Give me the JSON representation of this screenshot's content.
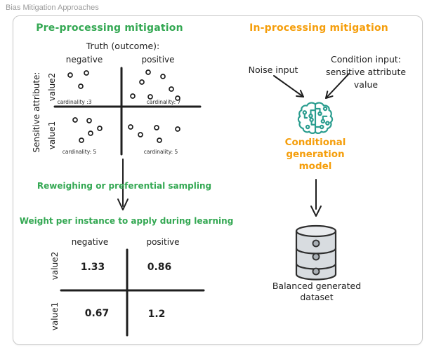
{
  "page": {
    "caption": "Bias Mitigation Approaches"
  },
  "colors": {
    "green": "#34a853",
    "orange": "#f59e0b",
    "teal": "#2a9d8f",
    "ink": "#1e1e1e"
  },
  "pre": {
    "title": "Pre-processing mitigation",
    "truth_label": "Truth (outcome):",
    "col_negative": "negative",
    "col_positive": "positive",
    "sensitive_label": "Sensitive attribute:",
    "row_value2": "value2",
    "row_value1": "value1",
    "quadrants": {
      "top_left": {
        "cardinality_label": "cardinality :3",
        "count": 3
      },
      "top_right": {
        "cardinality_label": "cardinality: 7",
        "count": 7
      },
      "bottom_left": {
        "cardinality_label": "cardinality: 5",
        "count": 5
      },
      "bottom_right": {
        "cardinality_label": "cardinality: 5",
        "count": 5
      }
    },
    "step_label": "Reweighing or preferential sampling",
    "weights_title": "Weight per instance to apply during learning",
    "weights": {
      "col_negative": "negative",
      "col_positive": "positive",
      "row_value2": "value2",
      "row_value1": "value1",
      "value2_negative": "1.33",
      "value2_positive": "0.86",
      "value1_negative": "0.67",
      "value1_positive": "1.2"
    }
  },
  "inproc": {
    "title": "In-processing mitigation",
    "noise_label": "Noise input",
    "condition_line1": "Condition input:",
    "condition_line2": "sensitive attribute",
    "condition_line3": "value",
    "model_line1": "Conditional",
    "model_line2": "generation",
    "model_line3": "model",
    "dataset_line1": "Balanced generated",
    "dataset_line2": "dataset"
  }
}
